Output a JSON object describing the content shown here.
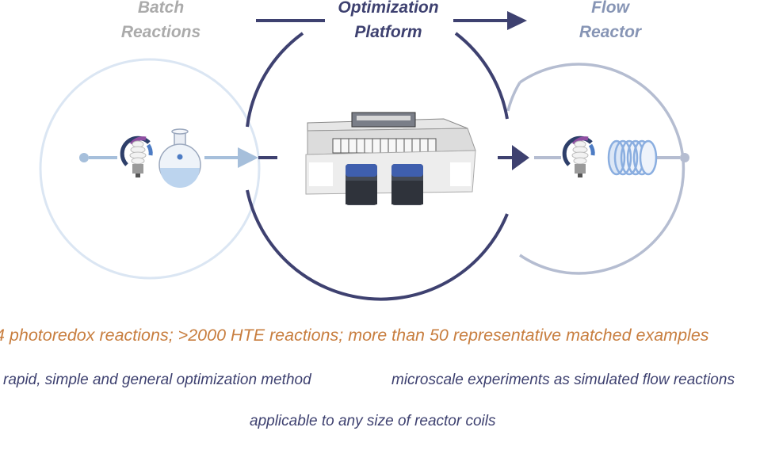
{
  "stages": {
    "batch": {
      "title_line1": "Batch",
      "title_line2": "Reactions"
    },
    "optimization": {
      "title_line1": "Optimization",
      "title_line2": "Platform"
    },
    "flow": {
      "title_line1": "Flow",
      "title_line2": "Reactor"
    }
  },
  "summary": "4 photoredox reactions; >2000 HTE reactions; more than 50 representative matched examples",
  "features": [
    "rapid, simple and general optimization method",
    "microscale experiments as simulated flow reactions",
    "applicable to any size of reactor coils"
  ],
  "colors": {
    "batch_circle": "#dbe6f3",
    "optimization_circle": "#3e4170",
    "flow_circle": "#b5bdd1",
    "batch_title": "#ababab",
    "optimization_title": "#3e4170",
    "flow_title": "#8795b5",
    "summary_text": "#c87e3f",
    "feature_text": "#3e4170"
  }
}
